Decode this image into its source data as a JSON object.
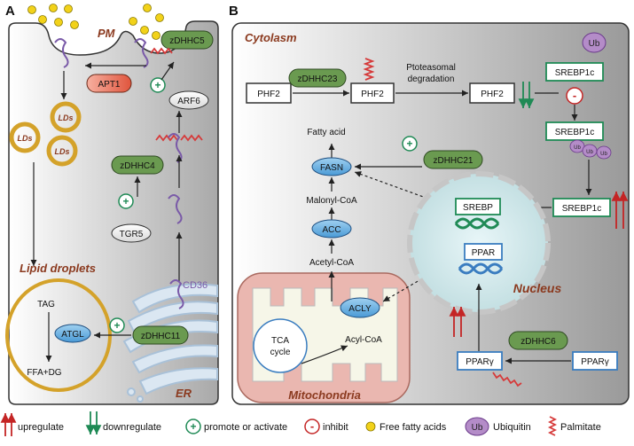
{
  "panels": {
    "a": "A",
    "b": "B"
  },
  "panel_a": {
    "pm": "PM",
    "zdhhc5": "zDHHC5",
    "apt1": "APT1",
    "arf6": "ARF6",
    "lds_1": "LDs",
    "lds_2": "LDs",
    "lds_3": "LDs",
    "zdhhc4": "zDHHC4",
    "tgr5": "TGR5",
    "lipid_droplets": "Lipid droplets",
    "cd36": "CD36",
    "tag": "TAG",
    "atgl": "ATGL",
    "zdhhc11": "zDHHC11",
    "ffa_dg": "FFA+DG",
    "er": "ER"
  },
  "panel_b": {
    "cytolasm": "Cytolasm",
    "ub": "Ub",
    "phf2_1": "PHF2",
    "zdhhc23": "zDHHC23",
    "phf2_2": "PHF2",
    "degradation_1": "Ptoteasomal",
    "degradation_2": "degradation",
    "phf2_3": "PHF2",
    "srebp1c_top": "SREBP1c",
    "srebp1c_mid": "SREBP1c",
    "ub_small": "Ub",
    "fatty_acid": "Fatty acid",
    "fasn": "FASN",
    "zdhhc21": "zDHHC21",
    "malonyl_coa": "Malonyl-CoA",
    "acc": "ACC",
    "acetyl_coa": "Acetyl-CoA",
    "acly": "ACLY",
    "acyl_coa": "Acyl-CoA",
    "tca_1": "TCA",
    "tca_2": "cycle",
    "mitochondria": "Mitochondria",
    "srebp": "SREBP",
    "srebp1c_right": "SREBP1c",
    "ppar": "PPAR",
    "nucleus": "Nucleus",
    "zdhhc6": "zDHHC6",
    "ppary_1": "PPARγ",
    "ppary_2": "PPARγ"
  },
  "legend": {
    "upregulate": "upregulate",
    "downregulate": "downregulate",
    "promote": "promote or activate",
    "inhibit": "inhibit",
    "ffa": "Free fatty acids",
    "ub": "Ub",
    "ubiquitin": "Ubiquitin",
    "palmitate": "Palmitate"
  },
  "colors": {
    "enzyme_green": "#6a9a50",
    "red_region": "#8b3a1f",
    "blue": "#3a7dc0",
    "teal_green": "#1f8a55",
    "palmitate_red": "#d63a3a",
    "ffa_yellow": "#f2d21a",
    "ub_purple": "#b48cc8",
    "cd36_purple": "#7a5aa8"
  }
}
